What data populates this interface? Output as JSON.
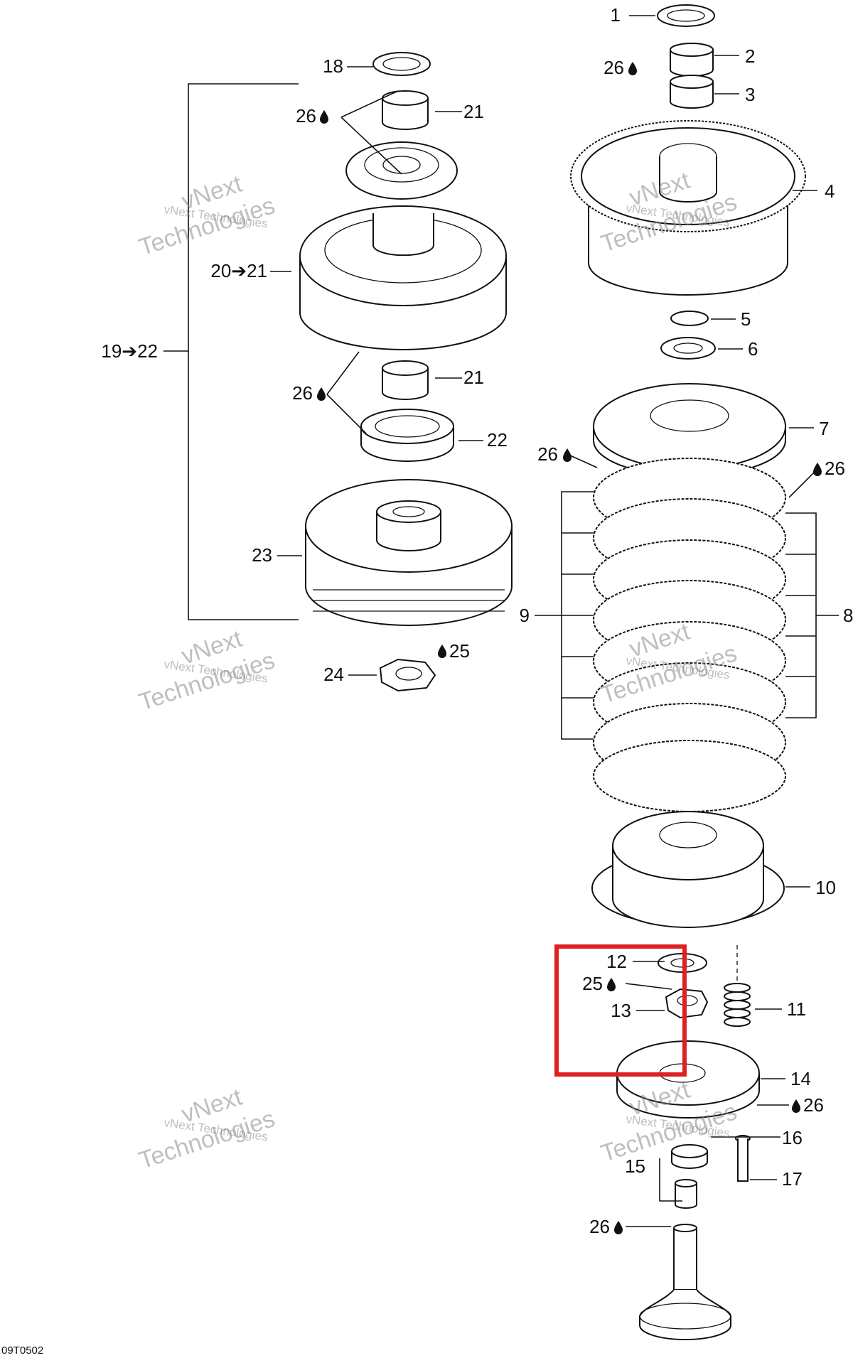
{
  "diagram": {
    "drawing_code": "09T0502",
    "watermark": {
      "line1": "vNext",
      "line2": "Technologies",
      "subline": "vNext Technologies"
    },
    "highlight_color": "#e02020",
    "callouts": [
      {
        "id": "c1",
        "text": "1"
      },
      {
        "id": "c2",
        "text": "2"
      },
      {
        "id": "c3",
        "text": "3"
      },
      {
        "id": "c26a",
        "text": "26"
      },
      {
        "id": "c4",
        "text": "4"
      },
      {
        "id": "c5",
        "text": "5"
      },
      {
        "id": "c6",
        "text": "6"
      },
      {
        "id": "c7",
        "text": "7"
      },
      {
        "id": "c26b",
        "text": "26"
      },
      {
        "id": "c26c",
        "text": "26"
      },
      {
        "id": "c8",
        "text": "8"
      },
      {
        "id": "c9",
        "text": "9"
      },
      {
        "id": "c10",
        "text": "10"
      },
      {
        "id": "c12",
        "text": "12"
      },
      {
        "id": "c25a",
        "text": "25"
      },
      {
        "id": "c13",
        "text": "13"
      },
      {
        "id": "c11",
        "text": "11"
      },
      {
        "id": "c14",
        "text": "14"
      },
      {
        "id": "c26d",
        "text": "26"
      },
      {
        "id": "c16",
        "text": "16"
      },
      {
        "id": "c15",
        "text": "15"
      },
      {
        "id": "c17",
        "text": "17"
      },
      {
        "id": "c26e",
        "text": "26"
      },
      {
        "id": "c18",
        "text": "18"
      },
      {
        "id": "c26f",
        "text": "26"
      },
      {
        "id": "c21a",
        "text": "21"
      },
      {
        "id": "c20",
        "text": "20➔21"
      },
      {
        "id": "c19",
        "text": "19➔22"
      },
      {
        "id": "c26g",
        "text": "26"
      },
      {
        "id": "c21b",
        "text": "21"
      },
      {
        "id": "c22",
        "text": "22"
      },
      {
        "id": "c23",
        "text": "23"
      },
      {
        "id": "c24",
        "text": "24"
      },
      {
        "id": "c25b",
        "text": "25"
      }
    ]
  }
}
